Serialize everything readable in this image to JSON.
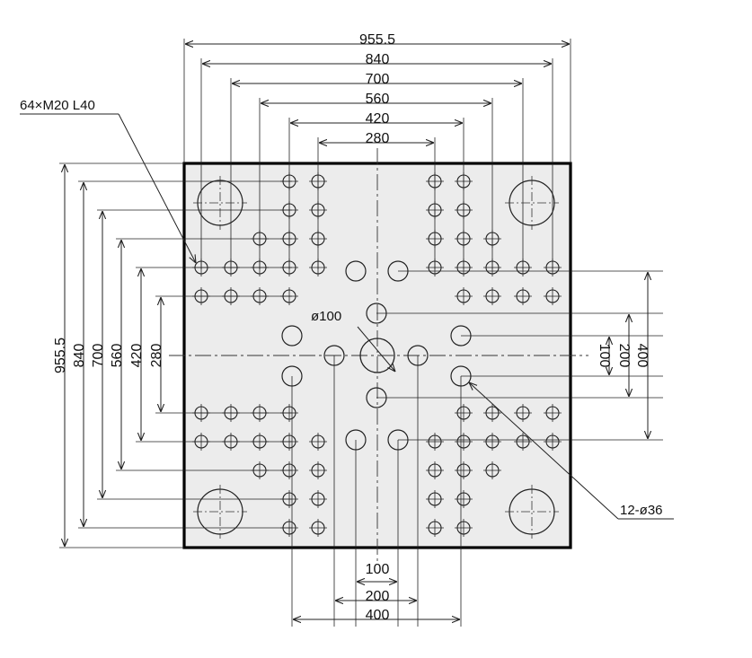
{
  "drawing": {
    "horizontal_dims": [
      "955.5",
      "840",
      "700",
      "560",
      "420",
      "280"
    ],
    "vertical_dims": [
      "955.5",
      "840",
      "700",
      "560",
      "420",
      "280"
    ],
    "right_dims": [
      "100",
      "200",
      "400"
    ],
    "bottom_dims": [
      "100",
      "200",
      "400"
    ],
    "tapped_holes_note": "64×M20 L40",
    "center_hole_note": "ø100",
    "through_holes_note": "12-ø36"
  },
  "colors": {
    "plate_fill": "#ececec",
    "plate_outline": "#000000",
    "line": "#222222"
  }
}
